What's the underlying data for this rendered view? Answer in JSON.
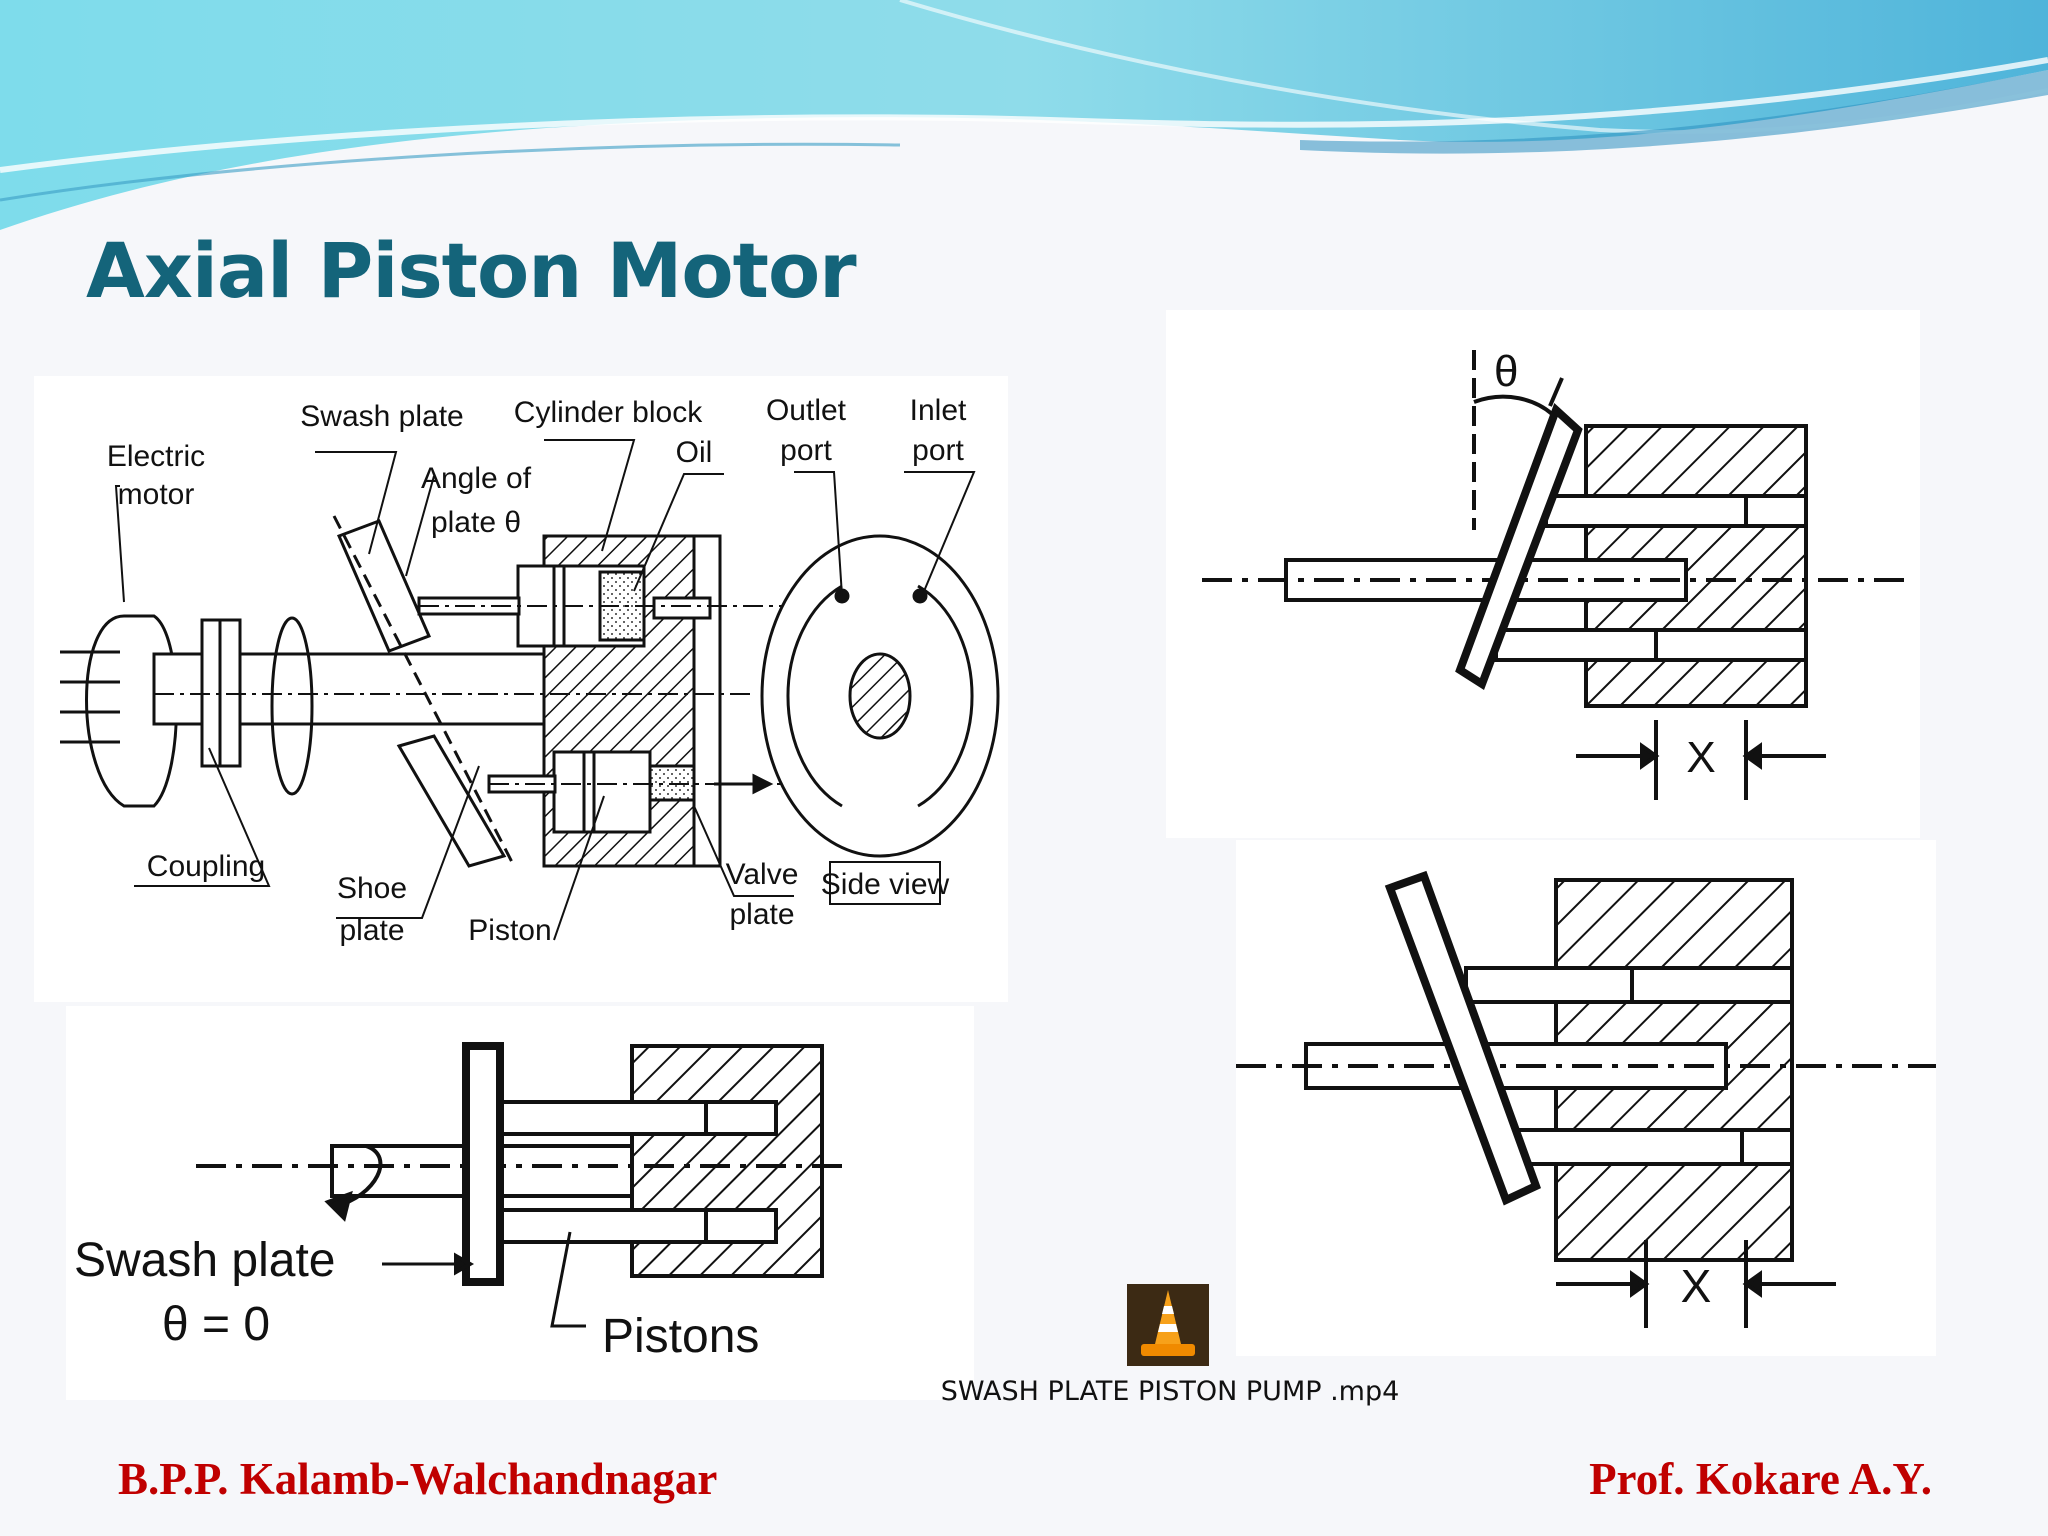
{
  "slide": {
    "title": "Axial Piston Motor",
    "footer_left": "B.P.P. Kalamb-Walchandnagar",
    "footer_right": "Prof. Kokare A.Y.",
    "media_caption": "SWASH PLATE PISTON PUMP .mp4",
    "colors": {
      "title": "#14647a",
      "footer": "#c00000",
      "wave": "#5cc8e0"
    }
  },
  "diagram_main": {
    "labels": {
      "electric_motor": [
        "Electric",
        "motor"
      ],
      "swash_plate": "Swash plate",
      "angle_of_plate": [
        "Angle of",
        "plate θ"
      ],
      "cylinder_block": "Cylinder block",
      "oil": "Oil",
      "outlet_port": [
        "Outlet",
        "port"
      ],
      "inlet_port": [
        "Inlet",
        "port"
      ],
      "coupling": "Coupling",
      "shoe_plate": [
        "Shoe",
        "plate"
      ],
      "piston": "Piston",
      "valve_plate": [
        "Valve",
        "plate"
      ],
      "side_view": "Side view"
    }
  },
  "diagram_zero": {
    "swash_plate_label": "Swash plate",
    "theta_label": "θ = 0",
    "pistons_label": "Pistons"
  },
  "diagram_tilted": {
    "theta_symbol": "θ",
    "stroke_label": "X"
  },
  "diagram_tilted_large": {
    "stroke_label": "X"
  },
  "media_icon": "vlc-cone-icon"
}
